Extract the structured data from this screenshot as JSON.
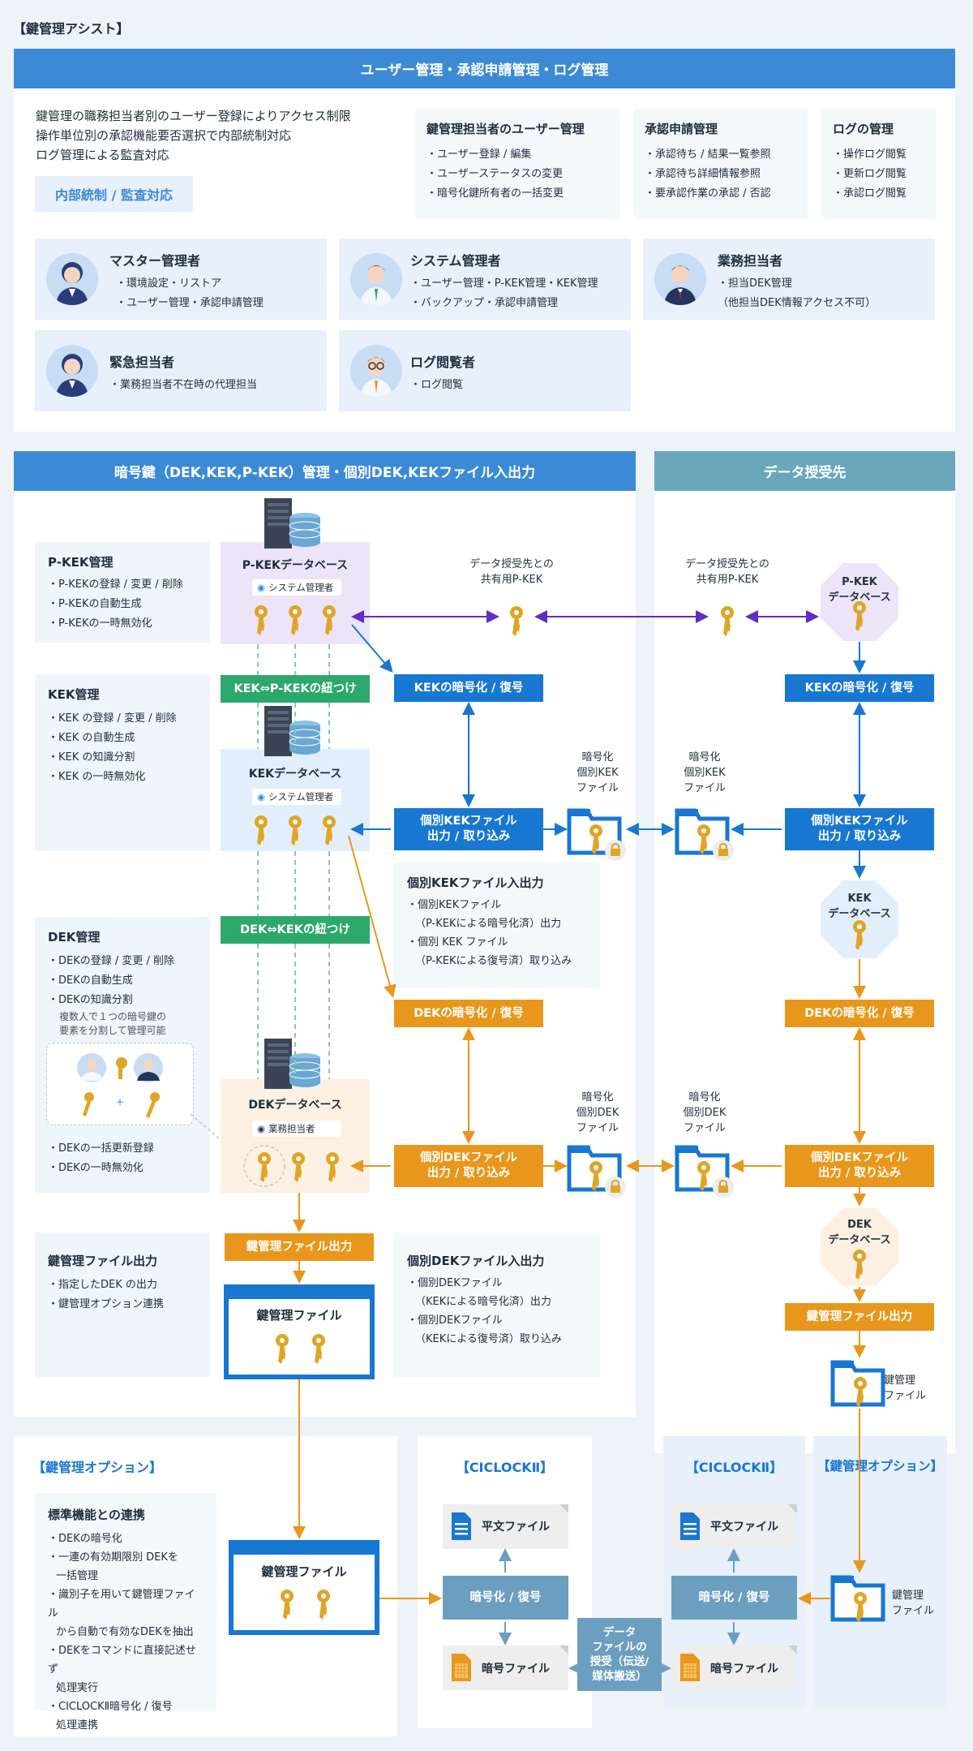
{
  "page_title": "【鍵管理アシスト】",
  "top": {
    "header": "ユーザー管理・承認申請管理・ログ管理",
    "intro": [
      "鍵管理の職務担当者別のユーザー登録によりアクセス制限",
      "操作単位別の承認機能要否選択で内部統制対応",
      "ログ管理による監査対応"
    ],
    "badge": "内部統制 / 監査対応",
    "feature_boxes": [
      {
        "title": "鍵管理担当者のユーザー管理",
        "items": [
          "・ユーザー登録 / 編集",
          "・ユーザーステータスの変更",
          "・暗号化鍵所有者の一括変更"
        ]
      },
      {
        "title": "承認申請管理",
        "items": [
          "・承認待ち / 結果一覧参照",
          "・承認待ち詳細情報参照",
          "・要承認作業の承認 / 否認"
        ]
      },
      {
        "title": "ログの管理",
        "items": [
          "・操作ログ閲覧",
          "・更新ログ閲覧",
          "・承認ログ閲覧"
        ]
      }
    ],
    "roles": [
      {
        "name": "マスター管理者",
        "lines": [
          "・環境設定・リストア",
          "・ユーザー管理・承認申請管理"
        ]
      },
      {
        "name": "システム管理者",
        "lines": [
          "・ユーザー管理・P-KEK管理・KEK管理",
          "・バックアップ・承認申請管理"
        ]
      },
      {
        "name": "業務担当者",
        "lines": [
          "・担当DEK管理",
          "（他担当DEK情報アクセス不可）"
        ]
      },
      {
        "name": "緊急担当者",
        "lines": [
          "・業務担当者不在時の代理担当"
        ]
      },
      {
        "name": "ログ閲覧者",
        "lines": [
          "・ログ閲覧"
        ]
      }
    ]
  },
  "left_header": "暗号鍵（DEK,KEK,P-KEK）管理・個別DEK,KEKファイル入出力",
  "right_header": "データ授受先",
  "pkek_box": {
    "title": "P-KEK管理",
    "items": [
      "・P-KEKの登録 / 変更 / 削除",
      "・P-KEKの自動生成",
      "・P-KEKの一時無効化"
    ]
  },
  "kek_box": {
    "title": "KEK管理",
    "items": [
      "・KEK の登録 / 変更 / 削除",
      "・KEK の自動生成",
      "・KEK の知識分割",
      "・KEK の一時無効化"
    ]
  },
  "dek_box": {
    "title": "DEK管理",
    "items": [
      "・DEKの登録 / 変更 / 削除",
      "・DEKの自動生成",
      "・DEKの知識分割"
    ],
    "note": [
      "複数人で１つの暗号鍵の",
      "要素を分割して管理可能"
    ],
    "items2": [
      "・DEKの一括更新登録",
      "・DEKの一時無効化"
    ]
  },
  "keyfile_box": {
    "title": "鍵管理ファイル出力",
    "items": [
      "・指定したDEK の出力",
      "・鍵管理オプション連携"
    ]
  },
  "pkek_db": {
    "title": "P-KEKデータベース",
    "badge": "システム管理者"
  },
  "kek_db": {
    "title": "KEKデータベース",
    "badge": "システム管理者"
  },
  "dek_db": {
    "title": "DEKデータベース",
    "badge": "業務担当者"
  },
  "link_kek_pkek": "KEK⇔P-KEKの紐つけ",
  "link_dek_kek": "DEK⇔KEKの紐つけ",
  "shared_pkek": [
    "データ授受先との",
    "共有用P-KEK"
  ],
  "kek_enc": "KEKの暗号化 / 復号",
  "kek_io": [
    "個別KEKファイル",
    "出力 / 取り込み"
  ],
  "dek_enc": "DEKの暗号化 / 復号",
  "dek_io": [
    "個別DEKファイル",
    "出力 / 取り込み"
  ],
  "enc_kek_file": [
    "暗号化",
    "個別KEK",
    "ファイル"
  ],
  "enc_dek_file": [
    "暗号化",
    "個別DEK",
    "ファイル"
  ],
  "kek_file_io_box": {
    "title": "個別KEKファイル入出力",
    "items": [
      "・個別KEKファイル",
      "（P-KEKによる暗号化済）出力",
      "・個別 KEK ファイル",
      "（P-KEKによる復号済）取り込み"
    ]
  },
  "dek_file_io_box": {
    "title": "個別DEKファイル入出力",
    "items": [
      "・個別DEKファイル",
      "（KEKによる暗号化済）出力",
      "・個別DEKファイル",
      "（KEKによる復号済）取り込み"
    ]
  },
  "keyfile_out": "鍵管理ファイル出力",
  "keyfile_label": "鍵管理ファイル",
  "right_pkek_db": [
    "P-KEK",
    "データベース"
  ],
  "right_kek_db": [
    "KEK",
    "データベース"
  ],
  "right_dek_db": [
    "DEK",
    "データベース"
  ],
  "right_keyfile": [
    "鍵管理",
    "ファイル"
  ],
  "option_title": "【鍵管理オプション】",
  "option_box": {
    "title": "標準機能との連携",
    "items": [
      "・DEKの暗号化",
      "・一連の有効期限別 DEKを",
      "一括管理",
      "・識別子を用いて鍵管理ファイル",
      "から自動で有効なDEKを抽出",
      "・DEKをコマンドに直接記述せず",
      "処理実行",
      "・CICLOCKⅡ暗号化 / 復号",
      "処理連携"
    ]
  },
  "ciclock_title": "【CICLOCKⅡ】",
  "plain_file": "平文ファイル",
  "cipher_file": "暗号ファイル",
  "enc_dec": "暗号化 / 復号",
  "transfer": [
    "データ",
    "ファイルの",
    "授受（伝送/",
    "媒体搬送）"
  ],
  "colors": {
    "blue": "#1877d1",
    "orange": "#e8971c",
    "green": "#2da86b",
    "purple": "#5b2fc6",
    "key": "#e0a526"
  }
}
